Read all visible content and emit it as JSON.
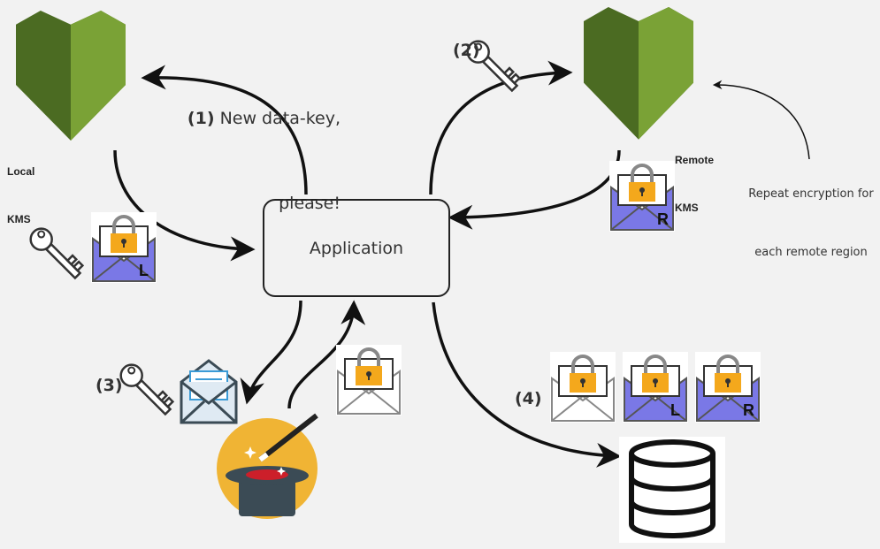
{
  "local_kms": {
    "line1": "Local",
    "line2": "KMS"
  },
  "remote_kms": {
    "line1": "Remote",
    "line2": "KMS"
  },
  "application": {
    "label": "Application"
  },
  "steps": {
    "step1": {
      "num": "(1)",
      "line1": "New data-key,",
      "line2": "please!"
    },
    "step2": {
      "num": "(2)"
    },
    "step3": {
      "num": "(3)"
    },
    "step4": {
      "num": "(4)"
    }
  },
  "remote_note": {
    "line1": "Repeat encryption for",
    "line2": "each remote region"
  },
  "envelope_letters": {
    "local": "L",
    "remote": "R"
  },
  "colors": {
    "kms_dark": "#4b6b22",
    "kms_light": "#7aa236",
    "envelope_blue": "#7a78e6",
    "lock_orange": "#f4a81c",
    "hat_yellow": "#f0b434",
    "hat_body": "#3b4b55",
    "hat_red": "#cc1f2a"
  },
  "icons": [
    "kms-icon",
    "key-icon",
    "lock-envelope-icon",
    "open-envelope-icon",
    "magic-hat-icon",
    "database-icon"
  ]
}
